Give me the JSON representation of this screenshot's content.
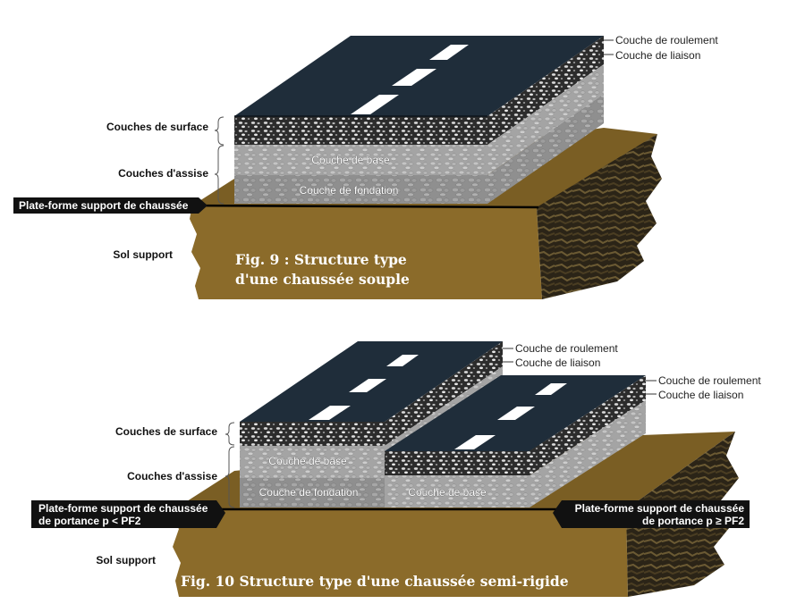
{
  "fig9": {
    "caption_line1": "Fig. 9 : Structure type",
    "caption_line2": "d'une chaussée souple",
    "label_roulement": "Couche de roulement",
    "label_liaison": "Couche de liaison",
    "label_surface": "Couches de surface",
    "label_assise": "Couches d'assise",
    "layer_base": "Couche de base",
    "layer_fondation": "Couche de fondation",
    "label_plateforme": "Plate-forme support de chaussée",
    "label_sol": "Sol support"
  },
  "fig10": {
    "caption": "Fig. 10 Structure type d'une chaussée semi-rigide",
    "left_roulement": "Couche de roulement",
    "left_liaison": "Couche de liaison",
    "right_roulement": "Couche de roulement",
    "right_liaison": "Couche de liaison",
    "label_surface": "Couches de surface",
    "label_assise": "Couches d'assise",
    "layer_base_left": "Couche de base",
    "layer_fondation": "Couche de fondation",
    "layer_base_right": "Couche de base",
    "plateforme_left_line1": "Plate-forme support de chaussée",
    "plateforme_left_line2": "de portance p < PF2",
    "plateforme_right_line1": "Plate-forme support de chaussée",
    "plateforme_right_line2": "de portance p ≥ PF2",
    "label_sol": "Sol support"
  },
  "colors": {
    "asphalt": "#1f2d3a",
    "soil": "#8b6b2a",
    "soil_dark": "#5b4518",
    "aggregate": "#9d9d9d",
    "fondation": "#8c8c8c",
    "label_box": "#111111"
  }
}
